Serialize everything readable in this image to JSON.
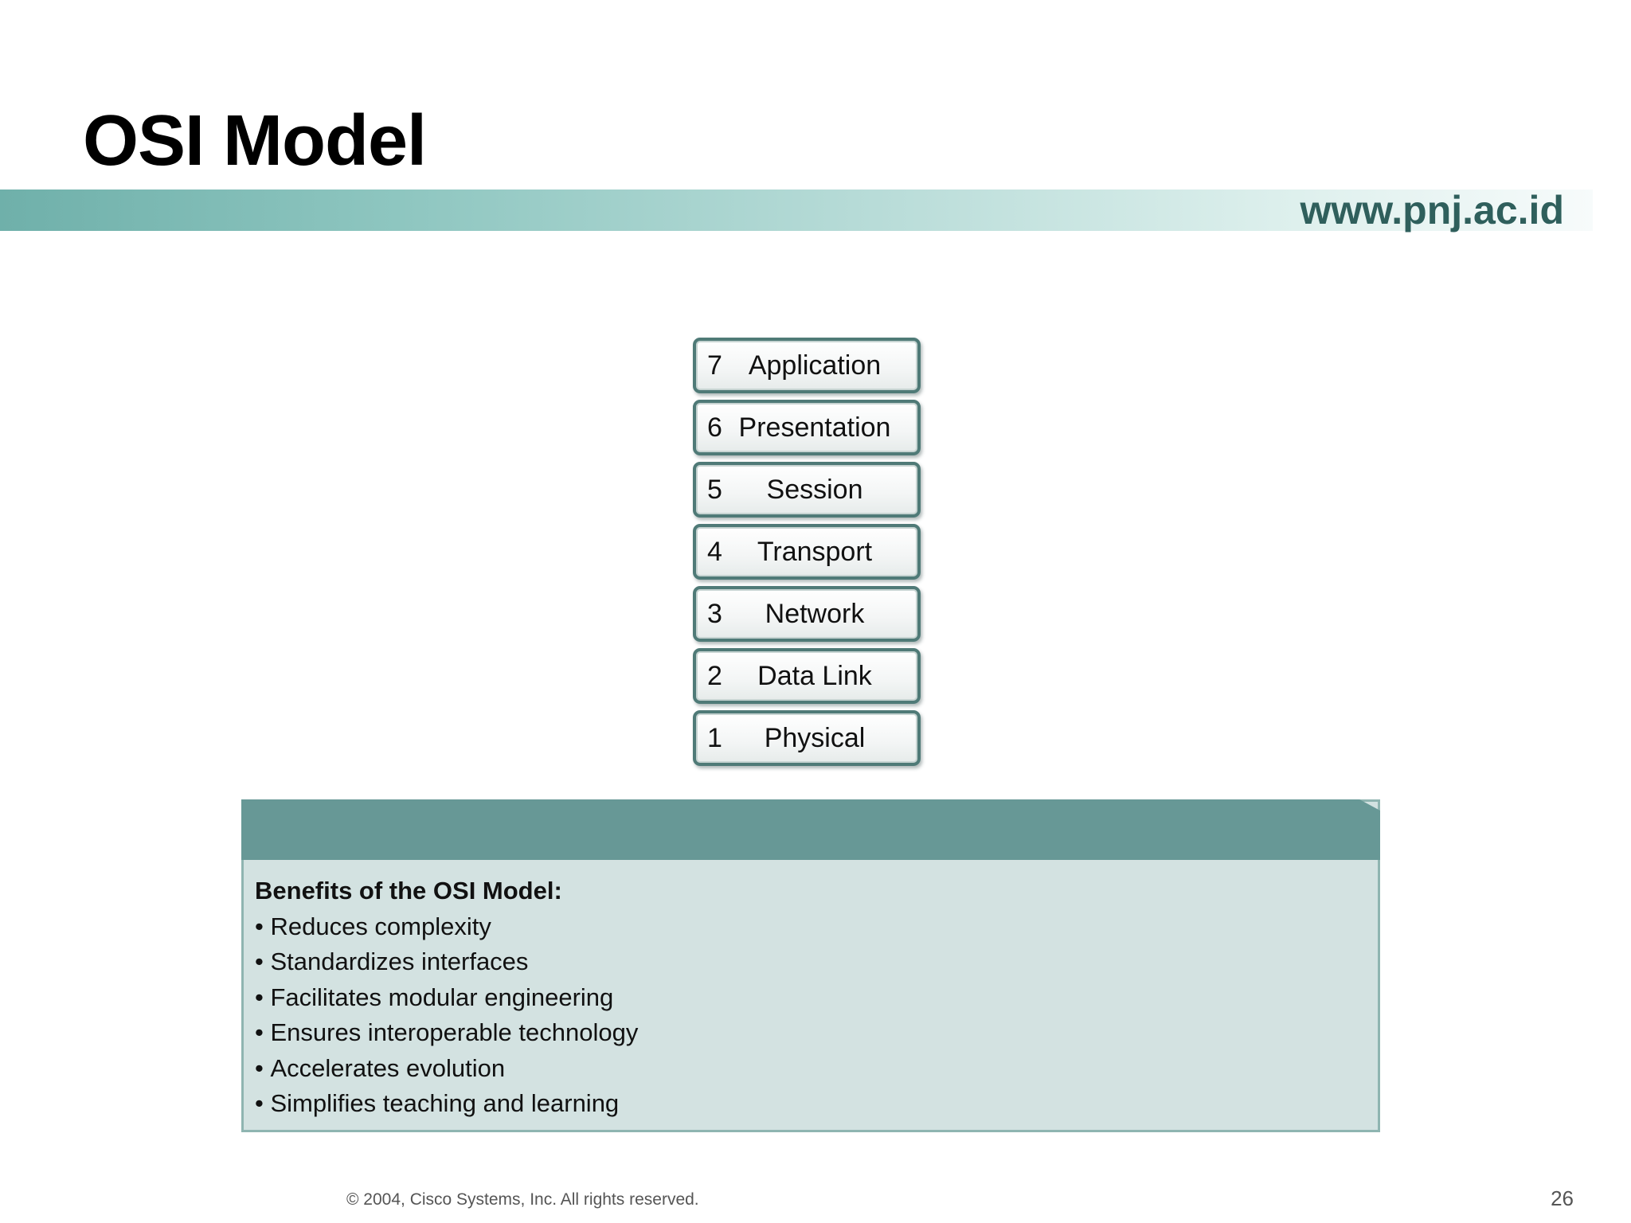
{
  "slide": {
    "title": "OSI Model",
    "url": "www.pnj.ac.id",
    "page_number": "26",
    "footer": "© 2004, Cisco Systems, Inc. All rights reserved."
  },
  "osi_layers": [
    {
      "num": "7",
      "name": "Application"
    },
    {
      "num": "6",
      "name": "Presentation"
    },
    {
      "num": "5",
      "name": "Session"
    },
    {
      "num": "4",
      "name": "Transport"
    },
    {
      "num": "3",
      "name": "Network"
    },
    {
      "num": "2",
      "name": "Data Link"
    },
    {
      "num": "1",
      "name": "Physical"
    }
  ],
  "benefits_panel": {
    "heading": "Benefits of the OSI Model:",
    "items": [
      "Reduces complexity",
      "Standardizes interfaces",
      "Facilitates modular engineering",
      "Ensures interoperable technology",
      "Accelerates evolution",
      "Simplifies teaching and learning"
    ]
  },
  "colors": {
    "banner_start": "#6fb0aa",
    "url_text": "#2f5f5c",
    "panel_header": "#679896",
    "panel_body": "#d3e2e1",
    "layer_border": "#4f7a77"
  }
}
